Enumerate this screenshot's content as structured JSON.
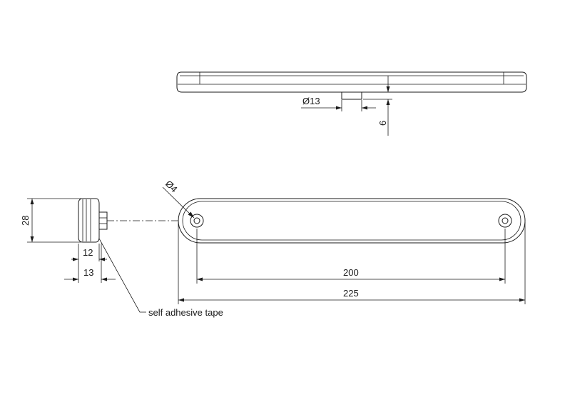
{
  "dimensions": {
    "top_hole_diameter": "Ø13",
    "top_boss_height": "6",
    "side_height": "28",
    "side_depth_body": "12",
    "side_depth_total": "13",
    "front_hole_diameter": "Ø4",
    "front_hole_spacing": "200",
    "front_overall_length": "225"
  },
  "callouts": {
    "tape_label": "self adhesive tape"
  }
}
